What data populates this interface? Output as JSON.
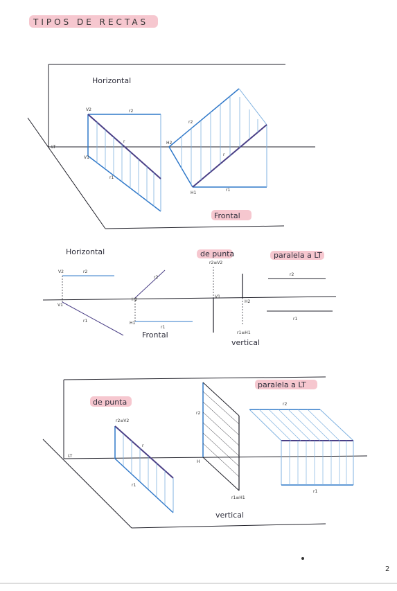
{
  "title": "TIPOS DE RECTAS",
  "page_number": "2",
  "colors": {
    "highlight": "#f6c7cf",
    "blue": "#2f78c9",
    "purple": "#4a3f86",
    "ink": "#1f1f28"
  },
  "section1": {
    "horizontal_label": "Horizontal",
    "frontal_label": "Frontal",
    "labels": {
      "v2": "V2",
      "r2": "r2",
      "r": "r",
      "r1": "r1",
      "lt": "LT",
      "v1": "V1",
      "h2": "H2",
      "h1": "H1"
    }
  },
  "section2": {
    "horizontal_label": "Horizontal",
    "de_punta_label": "de punta",
    "paralela_label": "paralela a LT",
    "frontal_label": "Frontal",
    "vertical_label": "vertical",
    "labels": {
      "v2": "V2",
      "r2": "r2",
      "v1": "V1",
      "r1": "r1",
      "h2": "H2",
      "h1": "H1",
      "r2v2": "r2≡V2",
      "r1h1": "r1≡H1"
    }
  },
  "section3": {
    "de_punta_label": "de punta",
    "paralela_label": "paralela a LT",
    "vertical_label": "vertical",
    "labels": {
      "lt": "LT",
      "r2v2": "r2≡V2",
      "r": "r",
      "r1": "r1",
      "r2": "r2",
      "h": "H",
      "r1h1": "r1≡H1"
    }
  }
}
